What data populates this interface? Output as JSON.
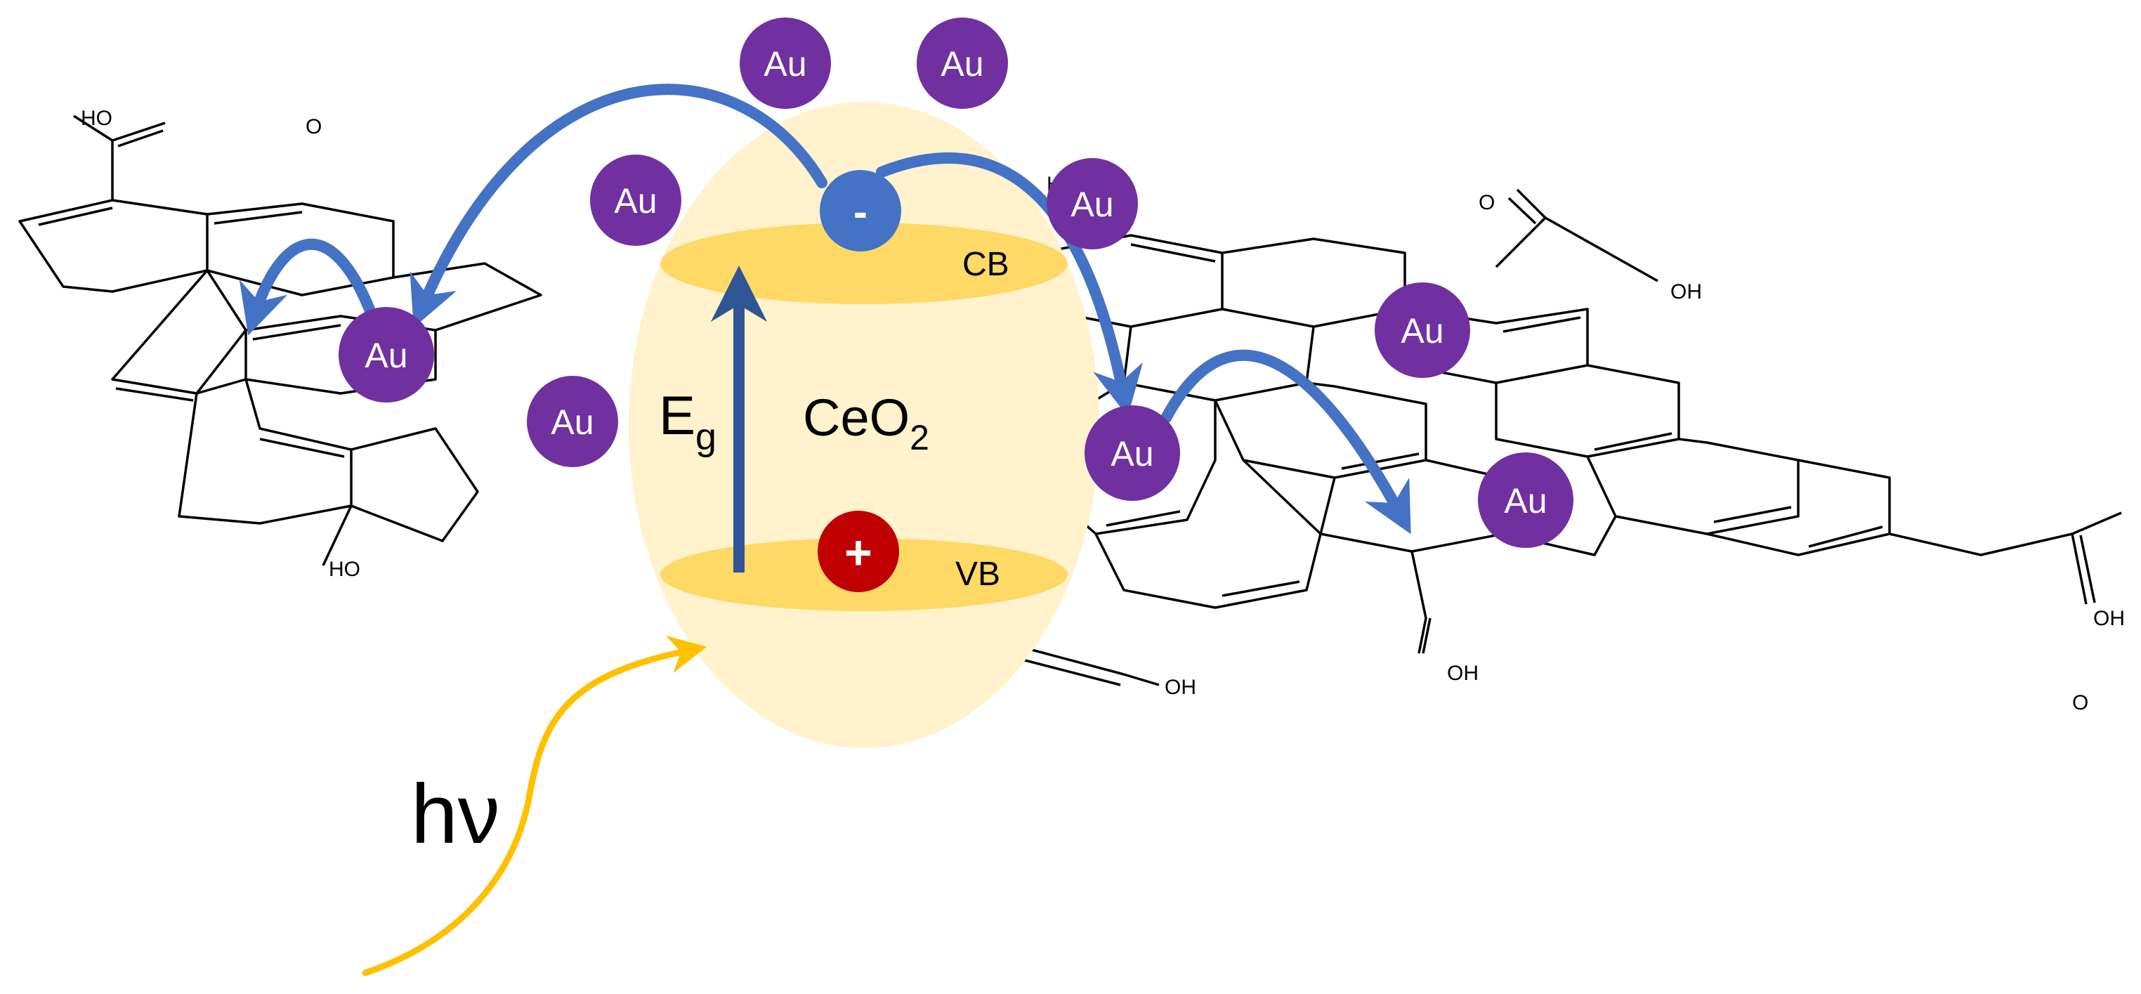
{
  "colors": {
    "au_particle": "#7030a0",
    "electron": "#4472c4",
    "hole": "#c00000",
    "electron_arrow": "#4472c4",
    "band": "#ffd966",
    "particle_fill": "#fff2cc",
    "light_arrow": "#ffc000",
    "excitation_arrow": "#2f5597",
    "graphene_bond": "#000000"
  },
  "labels": {
    "au": "Au",
    "cb": "CB",
    "vb": "VB",
    "eg_main": "E",
    "eg_sub": "g",
    "ceo2_main": "CeO",
    "ceo2_sub": "2",
    "hv": "hν",
    "electron_sign": "-",
    "hole_sign": "+"
  },
  "functional_groups": {
    "ho_top_left": "HO",
    "o_top_left": "O",
    "h_partial": "H",
    "o_right": "O",
    "oh_right": "OH",
    "ho_bottom_left": "HO",
    "oh_bottom_center": "OH",
    "oh_bottom_right": "OH",
    "oh_far_right": "OH",
    "o_far_right": "O"
  },
  "icons": {
    "au_particle": "purple-circle",
    "electron": "blue-circle-minus",
    "hole": "red-circle-plus"
  }
}
